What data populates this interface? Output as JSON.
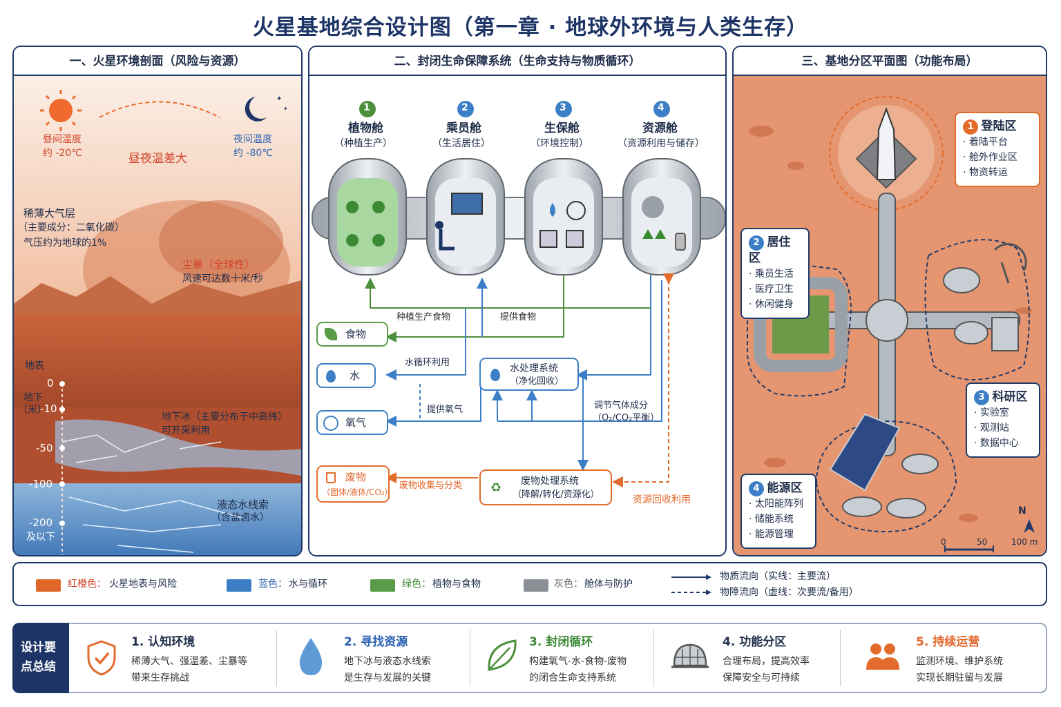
{
  "title": "火星基地综合设计图（第一章 · 地球外环境与人类生存）",
  "colors": {
    "navy": "#1f3a6b",
    "mars": "#e2672a",
    "water": "#3c7fc6",
    "plant": "#5a9b47",
    "hull": "#8a8f96"
  },
  "panel1": {
    "header": "一、火星环境剖面（风险与资源）",
    "day_temp_label": "昼间温度",
    "day_temp_value": "约 -20℃",
    "night_temp_label": "夜间温度",
    "night_temp_value": "约 -80℃",
    "diurnal": "昼夜温差大",
    "atmo_1": "稀薄大气层",
    "atmo_2": "（主要成分：二氧化碳）",
    "atmo_3": "气压约为地球的1%",
    "dust_1": "尘暴（全球性）",
    "dust_2": "风速可达数十米/秒",
    "surface": "地表",
    "under_1": "地下",
    "under_2": "（米）",
    "depths": [
      "0",
      "-10",
      "-50",
      "-100",
      "-200"
    ],
    "below": "及以下",
    "ice_1": "地下冰（主要分布于中高纬）",
    "ice_2": "可开采利用",
    "brine_1": "液态水线索",
    "brine_2": "（含盐卤水）"
  },
  "panel2": {
    "header": "二、封闭生命保障系统（生命支持与物质循环）",
    "modules": [
      {
        "num": "1",
        "name": "植物舱",
        "sub": "（种植生产）"
      },
      {
        "num": "2",
        "name": "乘员舱",
        "sub": "（生活居住）"
      },
      {
        "num": "3",
        "name": "生保舱",
        "sub": "（环境控制）"
      },
      {
        "num": "4",
        "name": "资源舱",
        "sub": "（资源利用与储存）"
      }
    ],
    "food": "食物",
    "water": "水",
    "oxygen": "氧气",
    "waste": "废物",
    "waste_sub": "（固体/液体/CO₂）",
    "flow_grow": "种植生产食物",
    "flow_supply": "提供食物",
    "flow_water": "水循环利用",
    "flow_oxygen": "提供氧气",
    "water_sys_1": "水处理系统",
    "water_sys_2": "（净化回收）",
    "gas_1": "调节气体成分",
    "gas_2": "（O₂/CO₂平衡）",
    "waste_sys_1": "废物处理系统",
    "waste_sys_2": "（降解/转化/资源化）",
    "flow_collect": "废物收集与分类",
    "flow_recycle": "资源回收利用"
  },
  "panel3": {
    "header": "三、基地分区平面图（功能布局）",
    "zones": [
      {
        "num": "1",
        "name": "登陆区",
        "items": [
          "着陆平台",
          "舱外作业区",
          "物资转运"
        ]
      },
      {
        "num": "2",
        "name": "居住区",
        "items": [
          "乘员生活",
          "医疗卫生",
          "休闲健身"
        ]
      },
      {
        "num": "3",
        "name": "科研区",
        "items": [
          "实验室",
          "观测站",
          "数据中心"
        ]
      },
      {
        "num": "4",
        "name": "能源区",
        "items": [
          "太阳能阵列",
          "储能系统",
          "能源管理"
        ]
      }
    ],
    "north": "N",
    "scale": [
      "0",
      "50",
      "100 m"
    ]
  },
  "legend": {
    "red_key": "红橙色：",
    "red_val": "火星地表与风险",
    "blue_key": "蓝色：",
    "blue_val": "水与循环",
    "green_key": "绿色：",
    "green_val": "植物与食物",
    "gray_key": "灰色：",
    "gray_val": "舱体与防护",
    "solid": "物质流向（实线：主要流）",
    "dashed": "物障流向（虚线：次要流/备用）"
  },
  "summary": {
    "label_1": "设计要",
    "label_2": "点总结",
    "items": [
      {
        "title": "1. 认知环境",
        "l1": "稀薄大气、强温差、尘暴等",
        "l2": "带来生存挑战"
      },
      {
        "title": "2. 寻找资源",
        "l1": "地下冰与液态水线索",
        "l2": "是生存与发展的关键"
      },
      {
        "title": "3. 封闭循环",
        "l1": "构建氧气-水-食物-废物",
        "l2": "的闭合生命支持系统"
      },
      {
        "title": "4. 功能分区",
        "l1": "合理布局，提高效率",
        "l2": "保障安全与可持续"
      },
      {
        "title": "5. 持续运营",
        "l1": "监测环境、维护系统",
        "l2": "实现长期驻留与发展"
      }
    ]
  }
}
